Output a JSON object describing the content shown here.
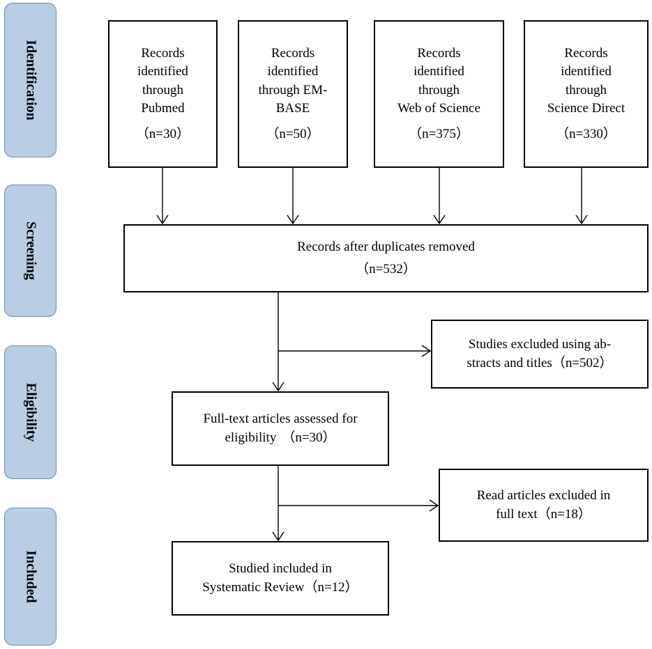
{
  "phases": {
    "identification": "Identification",
    "screening": "Screening",
    "eligibility": "Eligibility",
    "included": "Included"
  },
  "sources": [
    {
      "lines": [
        "Records",
        "identified",
        "through",
        "Pubmed"
      ],
      "count": "（n=30）"
    },
    {
      "lines": [
        "Records",
        "identified",
        "through EM-",
        "BASE"
      ],
      "count": "（n=50）"
    },
    {
      "lines": [
        "Records",
        "identified",
        "through",
        "Web of Science"
      ],
      "count": "（n=375）"
    },
    {
      "lines": [
        "Records",
        "identified",
        "through",
        "Science Direct"
      ],
      "count": "（n=330）"
    }
  ],
  "dedup": {
    "line1": "Records after duplicates removed",
    "count": "（n=532）"
  },
  "excluded_abstracts": {
    "line1": "Studies excluded using ab-",
    "line2": "stracts and titles",
    "count": "（n=502）"
  },
  "fulltext": {
    "line1": "Full-text articles assessed for",
    "line2": "eligibility",
    "count": "（n=30）"
  },
  "excluded_fulltext": {
    "line1": "Read articles excluded in",
    "line2": "full text",
    "count": "（n=18）"
  },
  "included_box": {
    "line1": "Studied included in",
    "line2": "Systematic Review",
    "count": "（n=12）"
  }
}
